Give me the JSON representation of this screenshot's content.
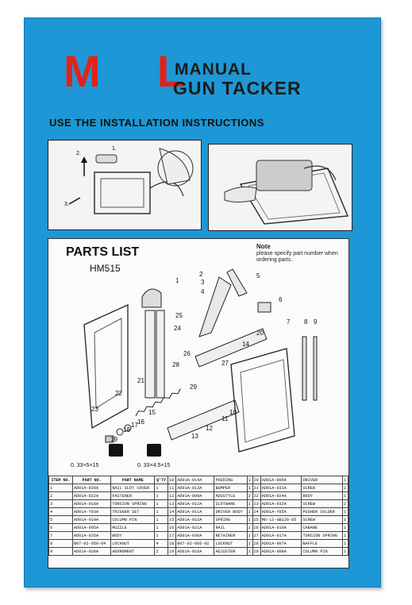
{
  "brand": {
    "letter1": "M",
    "letter2": "L",
    "color": "#e2231a"
  },
  "product": {
    "line1": "MANUAL",
    "line2": "GUN TACKER"
  },
  "instructions": "USE THE INSTALLATION INSTRUCTIONS",
  "parts_list": {
    "title": "PARTS LIST",
    "model": "HM515",
    "note_title": "Note",
    "note_text": "please specify part number when ordering parts.",
    "staple1": "0. 33×5×15",
    "staple2": "0. 33×4.5×15",
    "headers": [
      "ITEM NO.",
      "PART NO.",
      "PART NAME",
      "Q'TY",
      "",
      "",
      "",
      "",
      "",
      "",
      "",
      ""
    ],
    "rows": [
      [
        "1",
        "AD01A-020A",
        "NAIL SLOT COVER",
        "1",
        "11",
        "AD01A-013A",
        "BUMPER",
        "1",
        "21",
        "AD01A-031A",
        "SCREW",
        "2"
      ],
      [
        "2",
        "AD01A-022A",
        "FASTENER",
        "1",
        "12",
        "AD01A-009A",
        "ADUSTYLE",
        "2",
        "22",
        "AD01A-024A",
        "BODY",
        "1"
      ],
      [
        "3",
        "AD01A-018A",
        "TORSION SPRING",
        "1",
        "13",
        "AD01A-012A",
        "SLOTWARE",
        "1",
        "23",
        "AD01A-032A",
        "SCREW",
        "2"
      ],
      [
        "4",
        "AD01A-Y03A",
        "TRIGGER SET",
        "1",
        "14",
        "AD01A-011A",
        "DRIVER BODY",
        "1",
        "24",
        "AD01A-Y05A",
        "PUSHER SOLDER",
        "1"
      ],
      [
        "5",
        "AD01A-019A",
        "COLUMN PIN",
        "1",
        "15",
        "AD01A-015A",
        "SPRING",
        "1",
        "25",
        "M6-12-GB128-85",
        "SCREW",
        "1"
      ],
      [
        "6",
        "AD01A-005A",
        "MUZZLE",
        "1",
        "16",
        "AD01A-021A",
        "RAIL",
        "1",
        "26",
        "AD01A-010A",
        "CABANE",
        "1"
      ],
      [
        "7",
        "AD01A-025A",
        "BODY",
        "1",
        "17",
        "AD01A-030A",
        "RETAINER",
        "1",
        "27",
        "AD01A-017A",
        "TORSION SPRING",
        "1"
      ],
      [
        "8",
        "B07-02-050-04",
        "LOCKNUT",
        "4",
        "18",
        "B07-02-066-02",
        "LOCKNUT",
        "1",
        "28",
        "AD01A-007A",
        "BAFFLE",
        "1"
      ],
      [
        "9",
        "AD01A-028A",
        "ADORNMENT",
        "2",
        "19",
        "AD01A-016A",
        "ADJUSTER",
        "1",
        "29",
        "AD01A-008A",
        "COLUMN PIN",
        "1"
      ]
    ],
    "row0_extra": [
      "10",
      "AD01A-014A",
      "PADDING",
      "1",
      "20",
      "AD01A-006A",
      "DRIVER",
      "1"
    ]
  },
  "callouts": [
    "1",
    "2",
    "3",
    "4",
    "5",
    "6",
    "7",
    "8",
    "9",
    "10",
    "11",
    "12",
    "13",
    "14",
    "15",
    "16",
    "17",
    "18",
    "19",
    "20",
    "21",
    "22",
    "23",
    "24",
    "25",
    "26",
    "27",
    "28",
    "29"
  ]
}
